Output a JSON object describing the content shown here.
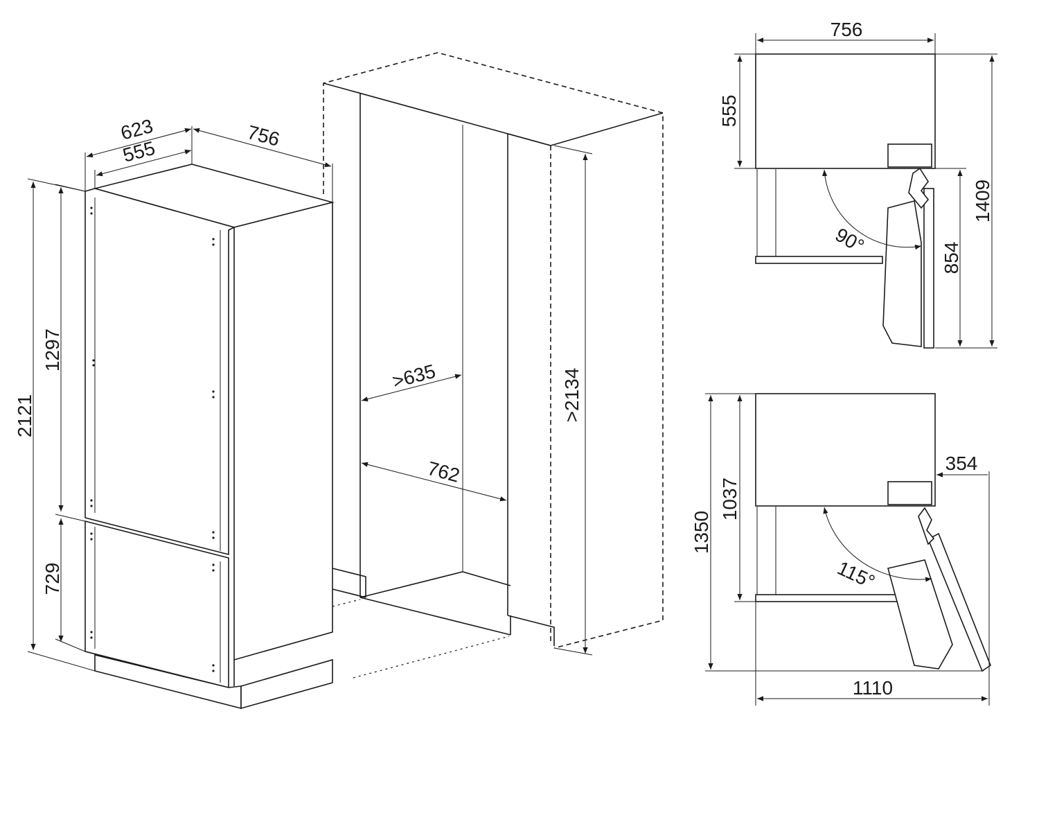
{
  "fridge_view": {
    "depth_with_door": "623",
    "depth_body": "555",
    "width": "756",
    "height_total": "2121",
    "height_fridge": "1297",
    "height_freezer": "729"
  },
  "niche_view": {
    "min_depth": ">635",
    "width": "762",
    "min_height": ">2134"
  },
  "top_view_90": {
    "width": "756",
    "depth": "555",
    "door_depth": "854",
    "total_depth": "1409",
    "angle": "90°"
  },
  "top_view_115": {
    "depth_body": "1037",
    "total_depth": "1350",
    "side_clearance": "354",
    "total_width": "1110",
    "angle": "115°"
  }
}
